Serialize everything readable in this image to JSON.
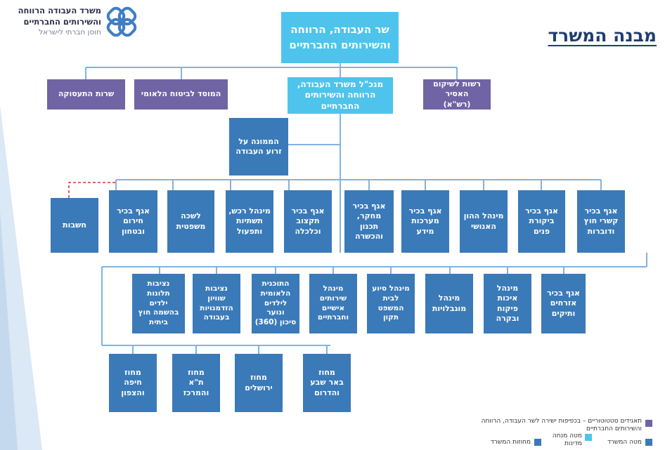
{
  "title": "מבנה המשרד",
  "logo": {
    "line1": "משרד העבודה הרווחה",
    "line2": "והשירותים החברתיים",
    "line3": "חוסן חברתי לישראל",
    "mark": "infinity-knot-icon"
  },
  "minister": "שר העבודה, הרווחה\nוהשירותים החברתיים",
  "director_general": "מנכ\"ל משרד העבודה,\nהרווחה והשירותים\nהחברתיים",
  "statutory": {
    "rehab": "רשות לשיקום האסיר\n(רש\"א)",
    "nii": "המוסד לביטוח הלאומי",
    "employment": "שרות התעסוקה"
  },
  "labor_commissioner": "הממונה על\nזרוע העבודה",
  "row1": [
    "אגף בכיר\nקשרי חוץ\nודוברות",
    "אגף בכיר\nביקורת פנים",
    "מינהל ההון\nהאנושי",
    "אגף בכיר\nמערכות\nמידע",
    "אגף בכיר\nמחקר, תכנון\nוהכשרה",
    "אגף בכיר\nתקצוב\nוכלכלה",
    "מינהל רכש,\nתשתיות\nותפעול",
    "לשכה\nמשפטית",
    "אגף בכיר\nחירום\nובטחון",
    "חשבות"
  ],
  "row2": [
    "אגף בכיר\nאזרחים\nותיקים",
    "מינהל איכות\nפיקוח ובקרה",
    "מינהל\nמוגבלויות",
    "מינהל סיוע\nלבית\nהמשפט תקון",
    "מינהל\nשירותים\nאישיים\nוחברתיים",
    "התוכנית\nהלאומית\nלילדים ונוער\nסיכון (360)",
    "נציבות שוויון\nהזדמנויות\nבעבודה",
    "נציבות\nתלונות\nילדים\nבהשמה חוץ\nביתית"
  ],
  "districts": [
    "מחוז\nבאר שבע\nוהדרום",
    "מחוז\nירושלים",
    "מחוז\nת\"א והמרכז",
    "מחוז\nחיפה והצפון"
  ],
  "legend": {
    "statutory": "תאגידים סטטוטוריים – בכפיפות ישירה לשר העבודה, הרווחה\nוהשירותים החברתיים",
    "hq": "מטה המשרד",
    "national_hq": "מטה מנחה\nמדינות",
    "districts": "מחוזות המשרד"
  },
  "colors": {
    "dark_blue": "#3a7ab8",
    "light_blue": "#4ec4ec",
    "purple": "#7064a4",
    "connector": "#7fb4e0",
    "dashed_connector": "#d03030",
    "title": "#1f3c72"
  }
}
